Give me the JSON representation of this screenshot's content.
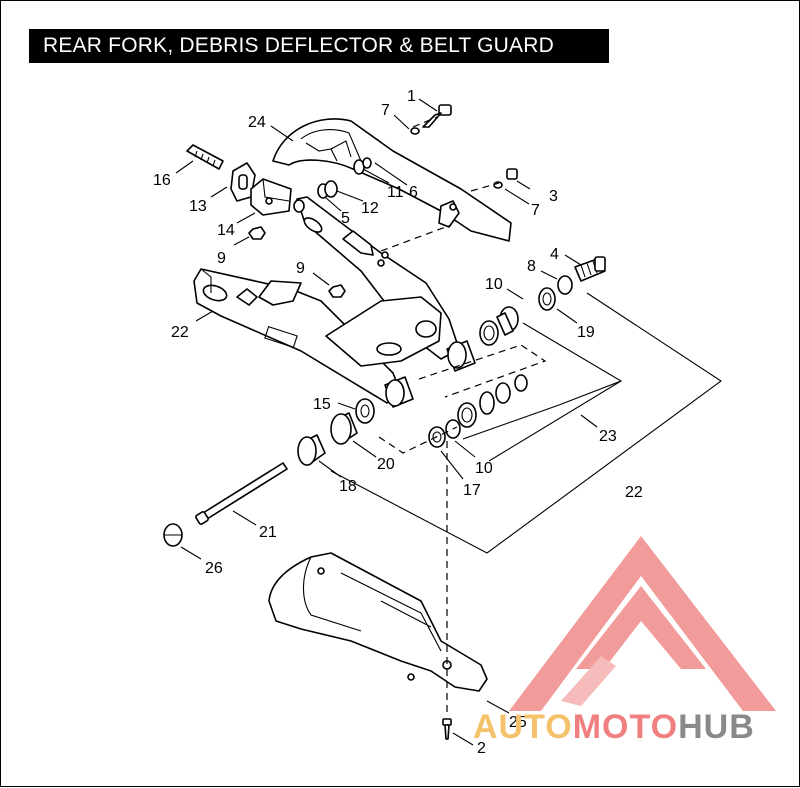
{
  "title": "REAR FORK, DEBRIS DEFLECTOR & BELT GUARD",
  "callouts": {
    "c1": "1",
    "c2": "2",
    "c3": "3",
    "c4": "4",
    "c5": "5",
    "c6": "6",
    "c7a": "7",
    "c7b": "7",
    "c8": "8",
    "c9a": "9",
    "c9b": "9",
    "c10a": "10",
    "c10b": "10",
    "c11": "11",
    "c12": "12",
    "c13": "13",
    "c14": "14",
    "c15": "15",
    "c16": "16",
    "c17": "17",
    "c18": "18",
    "c19": "19",
    "c20": "20",
    "c21": "21",
    "c22a": "22",
    "c22b": "22",
    "c23": "23",
    "c24": "24",
    "c25": "25",
    "c26": "26"
  },
  "watermark": {
    "part1": "AUTO",
    "part2": "MOTO",
    "part3": "HUB",
    "color_auto": "#f5c26b",
    "color_moto": "#f08080",
    "color_hub": "#8a8a8a",
    "logo_color": "#f08a8a"
  }
}
